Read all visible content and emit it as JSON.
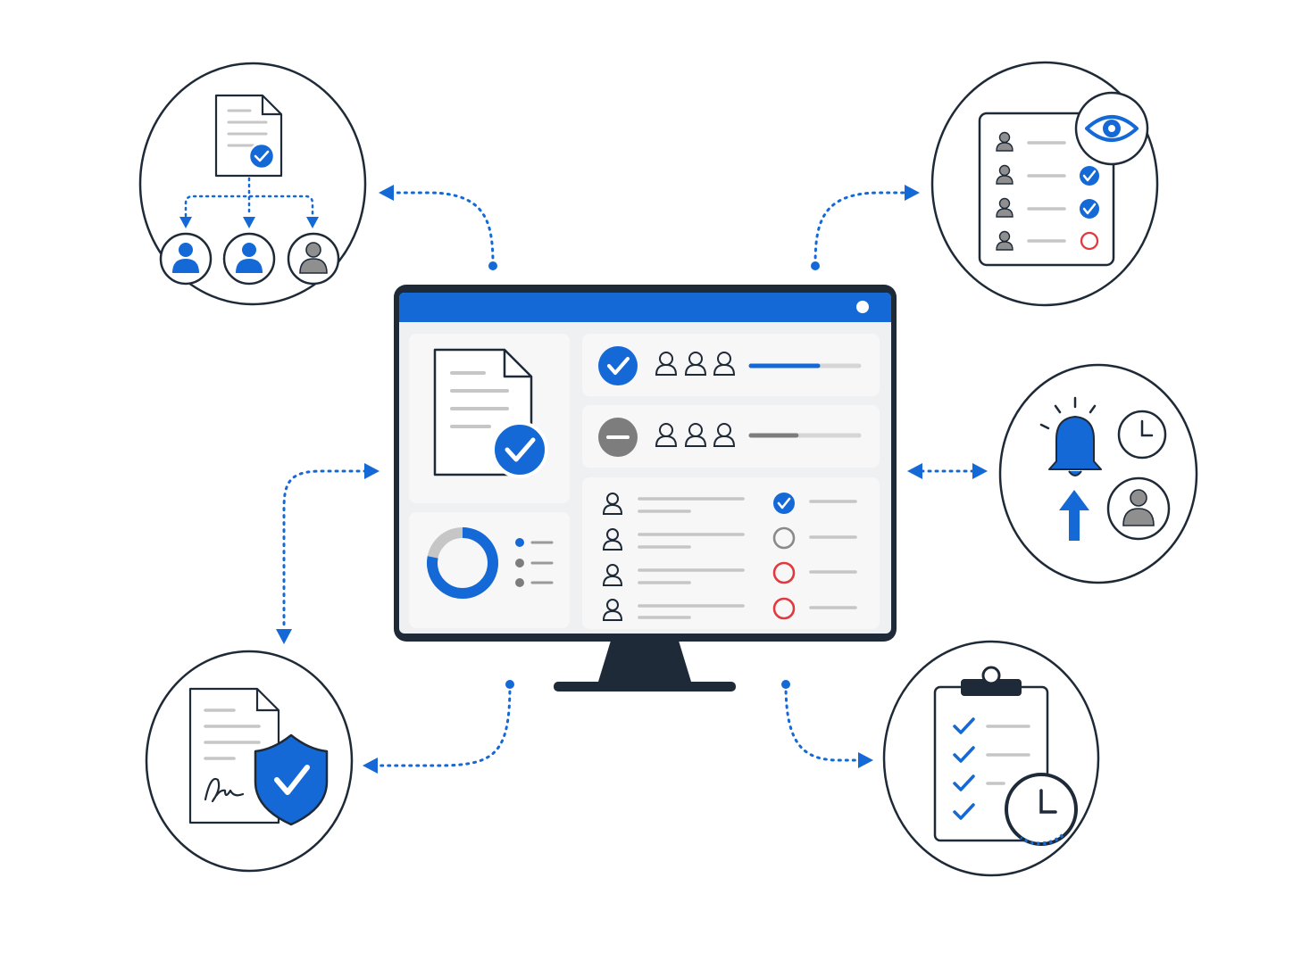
{
  "colors": {
    "accent": "#1469d6",
    "outline": "#1e2a38",
    "gray": "#7d7d7d",
    "light_gray": "#c6c6c6",
    "panel": "#f0f1f3",
    "alert": "#e0393e",
    "background": "#ffffff"
  },
  "central_dashboard": {
    "rows": [
      {
        "status": "approved",
        "progress": 0.62
      },
      {
        "status": "pending",
        "progress": 0.42
      }
    ],
    "checklist": [
      {
        "status": "approved"
      },
      {
        "status": "open"
      },
      {
        "status": "rejected"
      },
      {
        "status": "rejected"
      }
    ],
    "donut_fill": 0.78
  },
  "satellites": [
    {
      "name": "document-distribution",
      "icons": [
        "document-icon",
        "check-badge-icon",
        "user-icon",
        "user-icon",
        "user-icon"
      ]
    },
    {
      "name": "review-status",
      "icons": [
        "eye-icon",
        "user-icon",
        "check-badge-icon",
        "open-circle-icon"
      ]
    },
    {
      "name": "notifications",
      "icons": [
        "bell-icon",
        "clock-icon",
        "arrow-up-icon",
        "user-icon"
      ]
    },
    {
      "name": "signed-compliance",
      "icons": [
        "signed-document-icon",
        "shield-check-icon"
      ]
    },
    {
      "name": "scheduled-checklist",
      "icons": [
        "clipboard-icon",
        "check-icon",
        "clock-icon"
      ]
    }
  ]
}
